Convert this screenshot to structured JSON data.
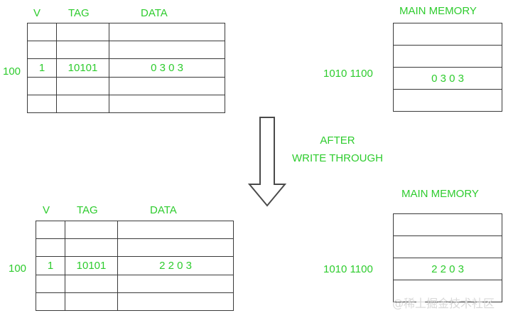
{
  "diagram": {
    "title_text": "AFTER WRITE THROUGH",
    "transition_line_1": "AFTER",
    "transition_line_2": "WRITE THROUGH",
    "accent_color": "#2ecc2e",
    "line_color": "#3a3a3a",
    "background_color": "#ffffff"
  },
  "before": {
    "cache": {
      "index_label": "100",
      "headers": {
        "valid": "V",
        "tag": "TAG",
        "data": "DATA"
      },
      "rows": [
        {
          "valid": "",
          "tag": "",
          "data": ""
        },
        {
          "valid": "",
          "tag": "",
          "data": ""
        },
        {
          "valid": "1",
          "tag": "10101",
          "data": "0 3 0 3"
        },
        {
          "valid": "",
          "tag": "",
          "data": ""
        },
        {
          "valid": "",
          "tag": "",
          "data": ""
        }
      ]
    },
    "memory": {
      "title": "MAIN MEMORY",
      "address_label": "1010 1100",
      "rows": [
        {
          "data": ""
        },
        {
          "data": ""
        },
        {
          "data": "0 3 0 3"
        },
        {
          "data": ""
        }
      ]
    }
  },
  "after": {
    "cache": {
      "index_label": "100",
      "headers": {
        "valid": "V",
        "tag": "TAG",
        "data": "DATA"
      },
      "rows": [
        {
          "valid": "",
          "tag": "",
          "data": ""
        },
        {
          "valid": "",
          "tag": "",
          "data": ""
        },
        {
          "valid": "1",
          "tag": "10101",
          "data": "2 2 0 3"
        },
        {
          "valid": "",
          "tag": "",
          "data": ""
        },
        {
          "valid": "",
          "tag": "",
          "data": ""
        }
      ]
    },
    "memory": {
      "title": "MAIN MEMORY",
      "address_label": "1010 1100",
      "rows": [
        {
          "data": ""
        },
        {
          "data": ""
        },
        {
          "data": "2 2 0 3"
        },
        {
          "data": ""
        }
      ]
    }
  },
  "watermark": {
    "text": "@稀土掘金技术社区"
  }
}
